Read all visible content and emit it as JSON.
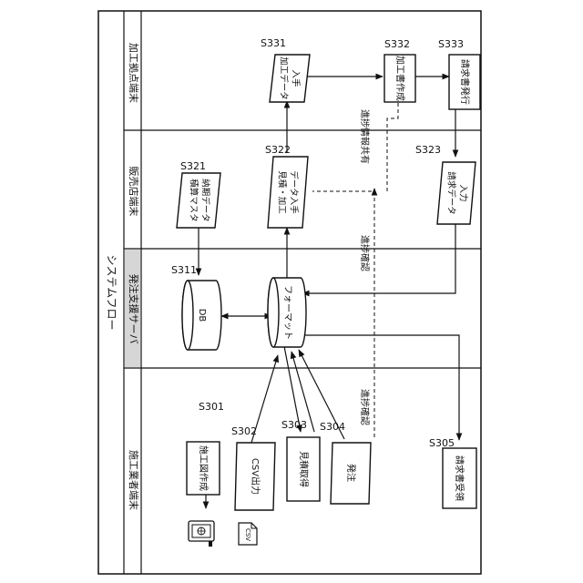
{
  "title": "システムフロー",
  "lanes": {
    "construction": "施工業者端末",
    "server": "発注支援サーバ",
    "dealer": "販売店端末",
    "processing": "加工拠点端末"
  },
  "steps": {
    "s301": {
      "id": "S301",
      "label": "施工図作成"
    },
    "s302": {
      "id": "S302",
      "label": "CSV出力"
    },
    "s303": {
      "id": "S303",
      "label": "見積取得"
    },
    "s304": {
      "id": "S304",
      "label": "発注"
    },
    "s305": {
      "id": "S305",
      "label": "請求書受領"
    },
    "s311": {
      "id": "S311",
      "label": "DB"
    },
    "format": {
      "label": "フォーマット"
    },
    "s321": {
      "id": "S321",
      "label1": "積算マスタ",
      "label2": "納期データ"
    },
    "s322": {
      "id": "S322",
      "label1": "見積・加工",
      "label2": "データ入手"
    },
    "s323": {
      "id": "S323",
      "label1": "請求データ",
      "label2": "入力"
    },
    "s331": {
      "id": "S331",
      "label1": "加工データ",
      "label2": "入手"
    },
    "s332": {
      "id": "S332",
      "label": "加工書作成"
    },
    "s333": {
      "id": "S333",
      "label": "請求書発行"
    }
  },
  "annotations": {
    "progress_check_1": "進捗確認",
    "progress_check_2": "進捗確認",
    "progress_share": "進捗情報共有"
  },
  "icons": {
    "computer": "computer-icon",
    "csv_file": "csv-file-icon",
    "csv_text": "CSV"
  }
}
